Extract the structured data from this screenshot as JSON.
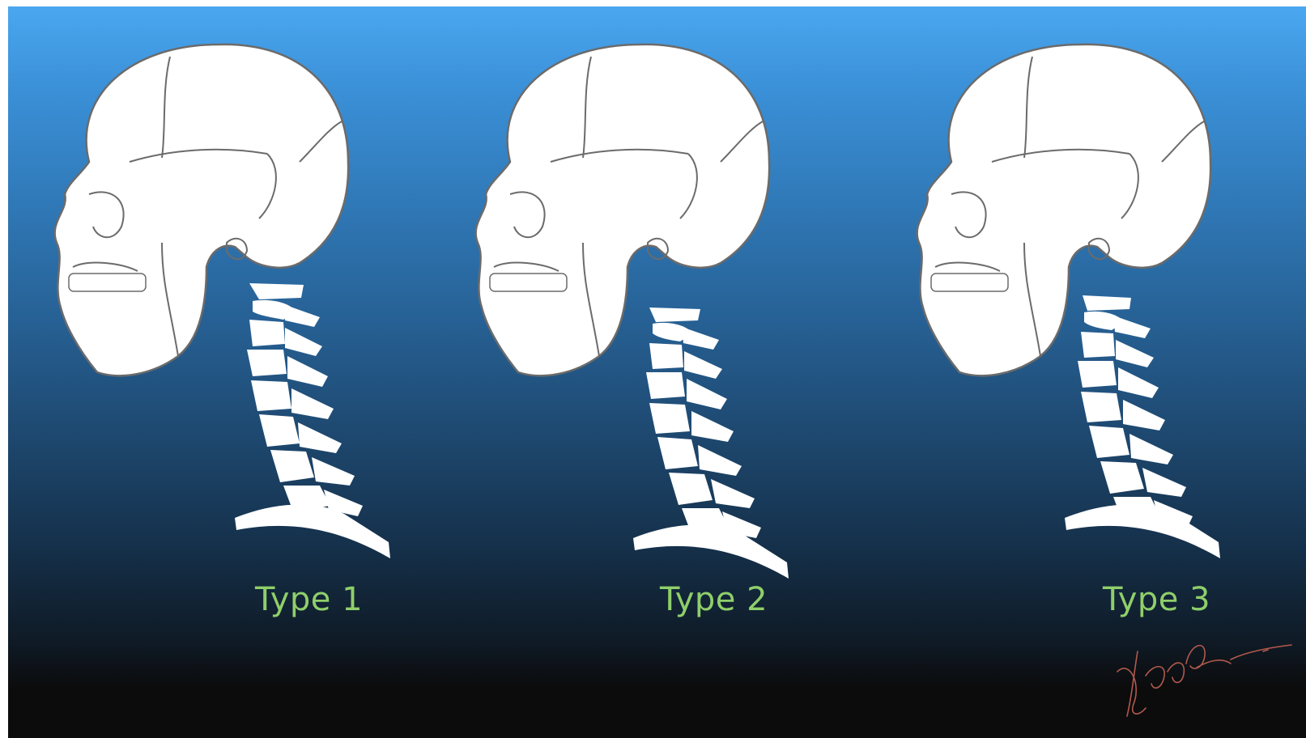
{
  "figures": [
    {
      "label": "Type 1"
    },
    {
      "label": "Type 2"
    },
    {
      "label": "Type 3"
    }
  ],
  "colors": {
    "background_top": "#4aa7f0",
    "background_bottom": "#0c0c0d",
    "bone": "#ffffff",
    "bone_outline": "#6b6b6b",
    "label": "#8fcf6a",
    "signature": "#b25a4c"
  }
}
